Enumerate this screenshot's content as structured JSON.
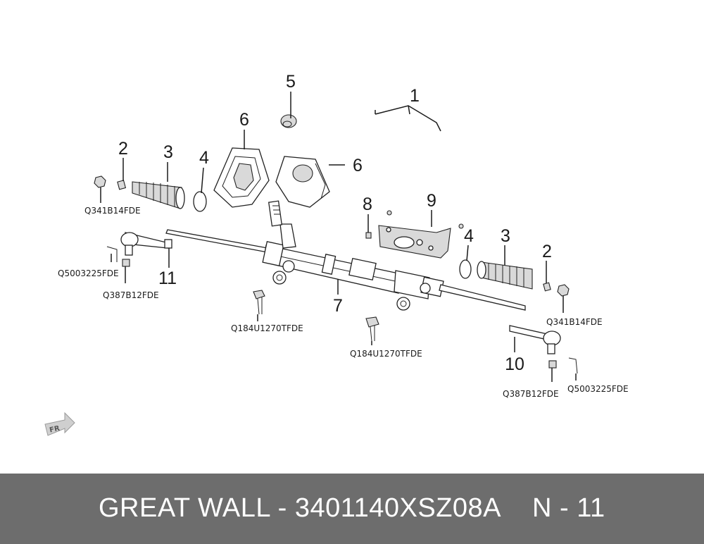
{
  "callouts": {
    "c1": "1",
    "c2a": "2",
    "c2b": "2",
    "c3a": "3",
    "c3b": "3",
    "c4a": "4",
    "c4b": "4",
    "c5": "5",
    "c6a": "6",
    "c6b": "6",
    "c7": "7",
    "c8": "8",
    "c9": "9",
    "c10": "10",
    "c11": "11"
  },
  "codes": {
    "nut_left": "Q341B14FDE",
    "pin_left": "Q5003225FDE",
    "nut_end_left": "Q387B12FDE",
    "bolt_left": "Q184U1270TFDE",
    "bolt_right": "Q184U1270TFDE",
    "nut_right": "Q341B14FDE",
    "nut_end_right": "Q387B12FDE",
    "pin_right": "Q5003225FDE"
  },
  "fr_badge": "FR",
  "footer": {
    "title": "GREAT WALL - 3401140XSZ08A",
    "page": "N - 11"
  }
}
